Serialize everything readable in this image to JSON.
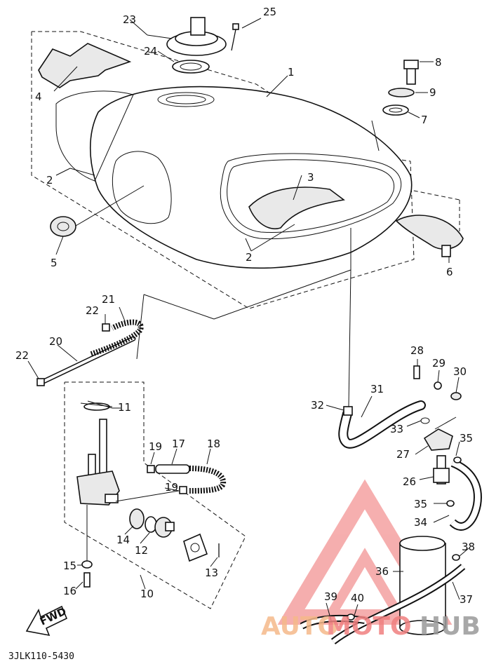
{
  "diagram": {
    "code": "3JLK110-5430",
    "fwd_label": "FWD",
    "labels": [
      "1",
      "2",
      "2",
      "3",
      "4",
      "5",
      "6",
      "7",
      "8",
      "9",
      "10",
      "11",
      "12",
      "13",
      "14",
      "15",
      "16",
      "17",
      "18",
      "19",
      "19",
      "20",
      "21",
      "22",
      "22",
      "23",
      "24",
      "25",
      "26",
      "27",
      "28",
      "29",
      "30",
      "31",
      "32",
      "33",
      "34",
      "35",
      "35",
      "36",
      "37",
      "38",
      "39",
      "40"
    ]
  },
  "watermark": {
    "text_a": "AUTO",
    "text_b": "MOTO",
    "text_c": "HUB",
    "color_a": "#f5b98a",
    "color_b": "#f08080",
    "color_c": "#9a9a9a"
  }
}
